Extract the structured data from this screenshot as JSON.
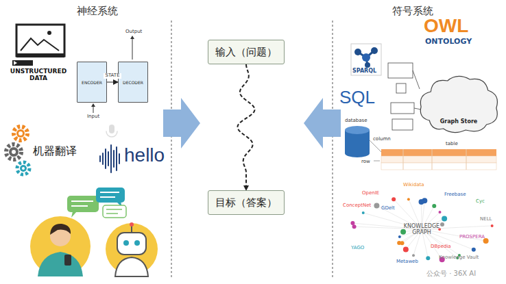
{
  "diagram": {
    "nodes": [
      {
        "text": [
          "ENCODER"
        ]
      },
      {
        "text": [
          "DECODER"
        ]
      },
      {
        "text": [
          "输入（问题）"
        ]
      },
      {
        "text": [
          "目标（答案）"
        ]
      },
      {
        "text": [
          "Graph Store"
        ]
      }
    ],
    "edges": [
      {
        "from": 0,
        "to": 1,
        "label": "STATE",
        "arrow": "to"
      },
      {
        "from": 2,
        "to": 3,
        "arrow": "to"
      }
    ],
    "labels": [
      "神经系统",
      "符号系统",
      "UNSTRUCTURED DATA",
      "Output",
      "Input",
      "机器翻译",
      "hello",
      "SPARQL",
      "OWL",
      "ONTOLOGY",
      "SQL",
      "database",
      "column",
      "table",
      "row",
      "KNOWLEDGE GRAPH",
      "OpenIE",
      "Wikidata",
      "Freebase",
      "Cyc",
      "NELL",
      "ConceptNet",
      "GDelt",
      "DBpedia",
      "PROSPERA",
      "YAGO",
      "Metaweb",
      "Knowledge Vault",
      "公众号 · 36X AI"
    ]
  }
}
